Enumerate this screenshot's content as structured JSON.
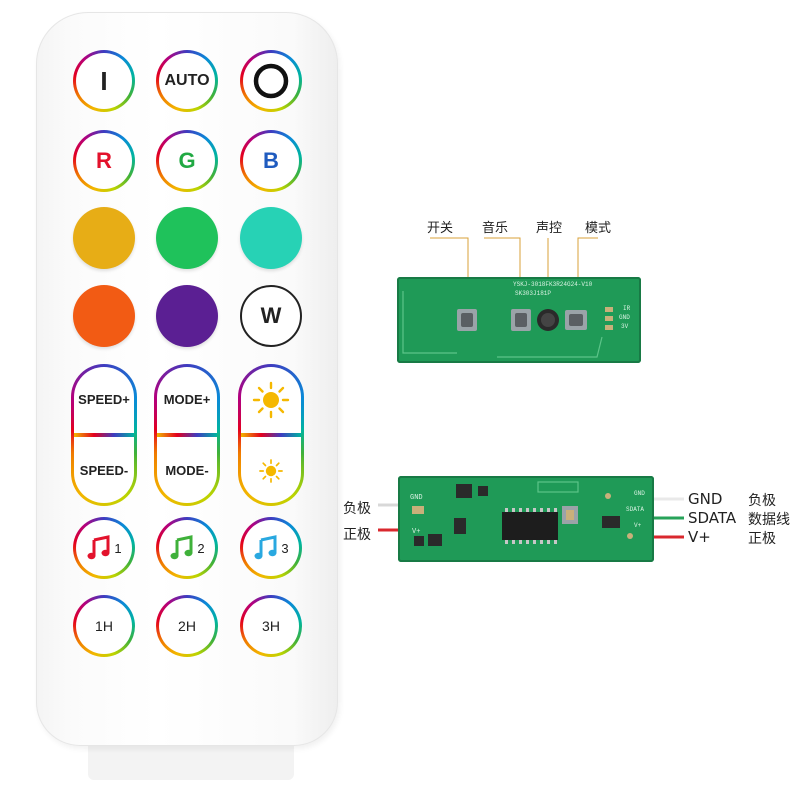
{
  "remote": {
    "rows": [
      [
        {
          "label": "I",
          "color": "#222222"
        },
        {
          "label": "AUTO",
          "color": "#222222"
        },
        {
          "label": "",
          "icon": "circle-icon",
          "color": "#111111"
        }
      ],
      [
        {
          "label": "R",
          "color": "#e3122c"
        },
        {
          "label": "G",
          "color": "#21a943"
        },
        {
          "label": "B",
          "color": "#1f5bbf"
        }
      ],
      [
        {
          "fill": "#e7ad16"
        },
        {
          "fill": "#1fc25b"
        },
        {
          "fill": "#27d2b5"
        }
      ],
      [
        {
          "fill": "#f25b14"
        },
        {
          "fill": "#5b1f93"
        },
        {
          "label": "W",
          "color": "#222222"
        }
      ]
    ],
    "pills": [
      {
        "top": "SPEED+",
        "bottom": "SPEED-"
      },
      {
        "top": "MODE+",
        "bottom": "MODE-"
      },
      {
        "top": "",
        "bottom": "",
        "icon_top": "sun-icon",
        "icon_bottom": "sun-small-icon"
      }
    ],
    "music": [
      {
        "num": "1",
        "color": "#e3122c"
      },
      {
        "num": "2",
        "color": "#3fb13a"
      },
      {
        "num": "3",
        "color": "#29a8e0"
      }
    ],
    "timers": [
      "1H",
      "2H",
      "3H"
    ]
  },
  "board_top": {
    "callouts": [
      "开关",
      "音乐",
      "声控",
      "模式"
    ],
    "silk_line1": "YSKJ-3018FK3R24G24-V10",
    "silk_line2": "SK303J181P",
    "silk_pins": [
      "IR",
      "GND",
      "3V"
    ]
  },
  "board_bottom": {
    "left_labels": [
      "负极",
      "正极"
    ],
    "silk_left": [
      "GND",
      "V+"
    ],
    "silk_right": [
      "GND",
      "SDATA",
      "V+"
    ],
    "wires": [
      {
        "name": "GND",
        "cn": "负极",
        "color": "#e9e9e9"
      },
      {
        "name": "SDATA",
        "cn": "数据线",
        "color": "#27a35a"
      },
      {
        "name": "V+",
        "cn": "正极",
        "color": "#d9282e"
      }
    ]
  }
}
